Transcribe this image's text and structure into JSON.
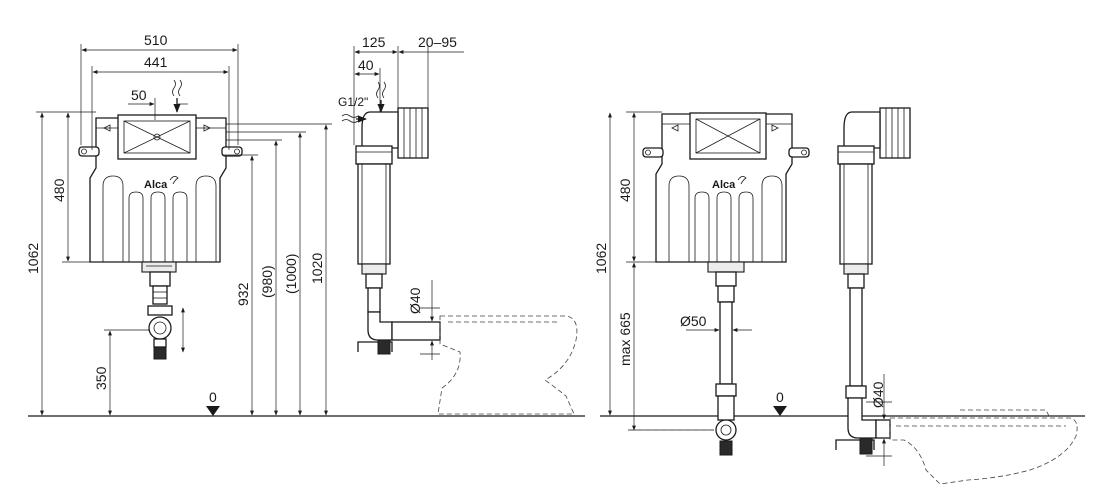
{
  "brand": "Alca",
  "front_view": {
    "width_total": "510",
    "width_inner": "441",
    "inlet_offset": "50",
    "height_tank": "480",
    "height_total": "1062",
    "height_outlet": "350",
    "height_932": "932",
    "height_980": "(980)",
    "height_1000": "(1000)",
    "height_1020": "1020",
    "zero_level": "0"
  },
  "side_view": {
    "depth": "125",
    "inlet_depth": "40",
    "frame_range": "20–95",
    "inlet_thread": "G1/2\"",
    "outlet_diameter": "Ø40"
  },
  "front_view_2": {
    "height_tank": "480",
    "height_total": "1062",
    "pipe_max": "max 665",
    "pipe_diameter": "Ø50",
    "zero_level": "0"
  },
  "side_view_2": {
    "outlet_diameter": "Ø40"
  }
}
